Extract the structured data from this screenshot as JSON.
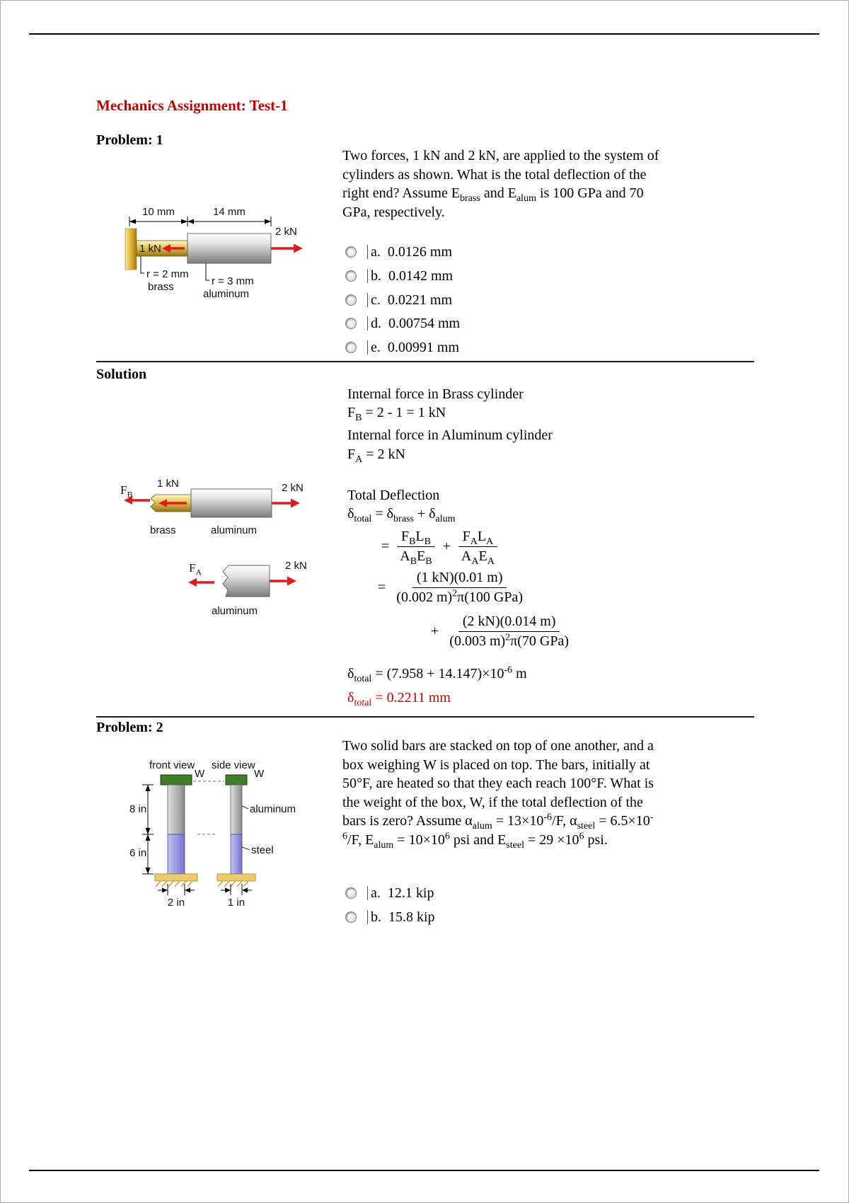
{
  "page": {
    "title": "Mechanics Assignment: Test-1"
  },
  "colors": {
    "title_red": "#c00000",
    "result_red": "#cc0000",
    "force_arrow_red": "#e01b1b"
  },
  "problem1": {
    "heading": "Problem: 1",
    "statement": "Two forces, 1 kN and 2 kN, are applied to the system of cylinders as shown. What is the total deflection of the right end? Assume E~brass~ and E~alum~ is 100 GPa and 70 GPa, respectively.",
    "figure": {
      "dim_left": "10 mm",
      "dim_right": "14 mm",
      "force_left": "1 kN",
      "force_right": "2 kN",
      "radius_brass": "r = 2 mm",
      "brass": "brass",
      "radius_alum": "r = 3 mm",
      "aluminum": "aluminum"
    },
    "options": [
      {
        "letter": "a.",
        "text": "0.0126 mm"
      },
      {
        "letter": "b.",
        "text": "0.0142 mm"
      },
      {
        "letter": "c.",
        "text": "0.0221 mm"
      },
      {
        "letter": "d.",
        "text": "0.00754 mm"
      },
      {
        "letter": "e.",
        "text": "0.00991 mm"
      }
    ]
  },
  "solution": {
    "heading": "Solution",
    "l1": "Internal force in Brass cylinder",
    "l2": "F~B~ = 2 - 1 = 1 kN",
    "l3": "Internal force in Aluminum cylinder",
    "l4": "F~A~ = 2 kN",
    "l5": "Total Deflection",
    "l6": "δ~total~ = δ~brass~ + δ~alum~",
    "eq1": {
      "sign": "=",
      "num1": "F~B~L~B~",
      "den1": "A~B~E~B~",
      "plus": "+",
      "num2": "F~A~L~A~",
      "den2": "A~A~E~A~"
    },
    "eq2": {
      "sign": "=",
      "num": "(1 kN)(0.01 m)",
      "den": "(0.002 m)^2^π(100 GPa)"
    },
    "eq3": {
      "sign": "+",
      "num": "(2 kN)(0.014 m)",
      "den": "(0.003 m)^2^π(70 GPa)"
    },
    "r1": "δ~total~ = (7.958 + 14.147)×10^-6^ m",
    "r2": "δ~total~ = 0.2211 mm",
    "fbd1": {
      "force_label": "F~B~",
      "f1": "1 kN",
      "f2": "2 kN",
      "brass": "brass",
      "aluminum": "aluminum"
    },
    "fbd2": {
      "force_label": "F~A~",
      "f": "2 kN",
      "aluminum": "aluminum"
    }
  },
  "problem2": {
    "heading": "Problem: 2",
    "statement": "Two solid bars are stacked on top of one another, and a box weighing W is placed on top. The bars, initially at 50°F, are heated so that they each reach 100°F. What is the weight of the box, W, if the total deflection of the bars is zero? Assume α~alum~ = 13×10^-6^/F, α~steel~ = 6.5×10^-6^/F, E~alum~ = 10×10^6^ psi and E~steel~ = 29 ×10^6^ psi.",
    "figure": {
      "front_view": "front view",
      "side_view": "side view",
      "w": "W",
      "dim_8": "8 in",
      "dim_6": "6 in",
      "aluminum": "aluminum",
      "steel": "steel",
      "dim_2": "2 in",
      "dim_1": "1 in"
    },
    "options": [
      {
        "letter": "a.",
        "text": "12.1 kip"
      },
      {
        "letter": "b.",
        "text": "15.8 kip"
      }
    ]
  }
}
